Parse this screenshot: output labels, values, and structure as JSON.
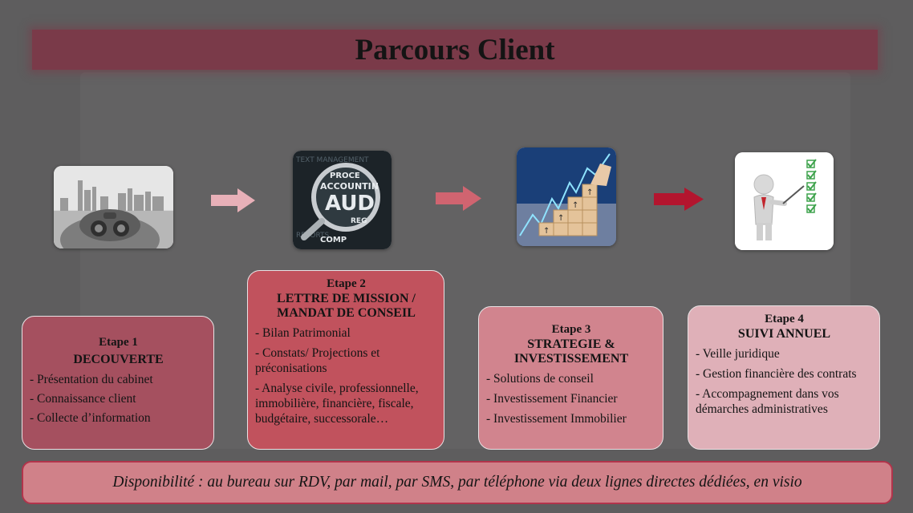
{
  "title": "Parcours Client",
  "colors": {
    "background": "#5e5d5e",
    "title_band": "#7a3a49",
    "card1": "#a5505f",
    "card2": "#c1525d",
    "card3": "#d1848e",
    "card4": "#dfb0b8",
    "footer_fill": "#d08189",
    "footer_border": "#b2344b",
    "arrow1": "#e8b0b8",
    "arrow2": "#d06470",
    "arrow3": "#b3152e"
  },
  "images": [
    {
      "icon": "binocular-viewer-city-image"
    },
    {
      "icon": "audit-magnifier-image"
    },
    {
      "icon": "growth-chart-blocks-image"
    },
    {
      "icon": "presenter-checklist-image"
    }
  ],
  "steps": [
    {
      "label": "Etape 1",
      "name": "DECOUVERTE",
      "items": [
        "- Présentation du cabinet",
        "- Connaissance client",
        "- Collecte d’information"
      ]
    },
    {
      "label": "Etape 2",
      "name": "LETTRE DE MISSION / MANDAT DE CONSEIL",
      "items": [
        "- Bilan Patrimonial",
        "- Constats/ Projections et préconisations",
        "- Analyse civile, professionnelle, immobilière, financière, fiscale, budgétaire, successorale…"
      ]
    },
    {
      "label": "Etape 3",
      "name": "STRATEGIE & INVESTISSEMENT",
      "items": [
        "- Solutions de conseil",
        "- Investissement Financier",
        "- Investissement Immobilier"
      ]
    },
    {
      "label": "Etape 4",
      "name": "SUIVI ANNUEL",
      "items": [
        "- Veille juridique",
        "- Gestion financière des contrats",
        "- Accompagnement dans vos démarches administratives"
      ]
    }
  ],
  "footer": "Disponibilité : au bureau sur RDV, par mail, par SMS, par téléphone via deux lignes directes dédiées, en visio",
  "image_text": {
    "audit_lines": [
      "PROCE",
      "ACCOUNTIN",
      "AUD",
      "REG",
      "COMP"
    ]
  }
}
